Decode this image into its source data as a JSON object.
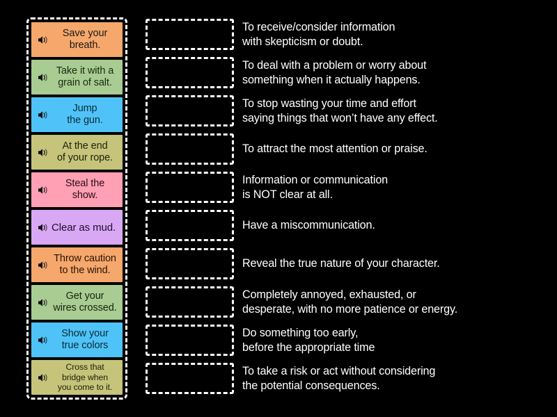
{
  "activity": {
    "type": "match-up",
    "background_color": "#000000",
    "panel_border_color": "#ffffff"
  },
  "cards_panel": {
    "name": "draggable-idiom-cards",
    "audio_icon": "speaker-icon",
    "cards": [
      {
        "id": "card-1",
        "text": "Save your\nbreath.",
        "color": "#F5A76C",
        "text_color": "#1a1a1a",
        "lines": 2,
        "size": "normal"
      },
      {
        "id": "card-2",
        "text": "Take it with a\ngrain of salt.",
        "color": "#A8CC92",
        "text_color": "#1a2a14",
        "lines": 2,
        "size": "normal"
      },
      {
        "id": "card-3",
        "text": "Jump\nthe gun.",
        "color": "#4FC3F7",
        "text_color": "#0c2a3a",
        "lines": 2,
        "size": "normal"
      },
      {
        "id": "card-4",
        "text": "At the end\nof your rope.",
        "color": "#C5C47A",
        "text_color": "#22220c",
        "lines": 2,
        "size": "normal"
      },
      {
        "id": "card-5",
        "text": "Steal the\nshow.",
        "color": "#FFA0B4",
        "text_color": "#2a0c16",
        "lines": 2,
        "size": "normal"
      },
      {
        "id": "card-6",
        "text": "Clear as mud.",
        "color": "#D9A8F5",
        "text_color": "#1e0c2a",
        "lines": 1,
        "size": "one"
      },
      {
        "id": "card-7",
        "text": "Throw caution\nto the wind.",
        "color": "#F5A76C",
        "text_color": "#2a1404",
        "lines": 2,
        "size": "normal"
      },
      {
        "id": "card-8",
        "text": "Get your\nwires crossed.",
        "color": "#A8CC92",
        "text_color": "#14240c",
        "lines": 2,
        "size": "normal"
      },
      {
        "id": "card-9",
        "text": "Show your\ntrue colors",
        "color": "#4FC3F7",
        "text_color": "#0c2a3a",
        "lines": 2,
        "size": "normal"
      },
      {
        "id": "card-10",
        "text": "Cross that\nbridge when\nyou come to it.",
        "color": "#C5C47A",
        "text_color": "#22220c",
        "lines": 3,
        "size": "sm"
      }
    ]
  },
  "rows": [
    {
      "id": "row-1",
      "dropzone_label": "",
      "definition": "To receive/consider information\nwith skepticism or doubt."
    },
    {
      "id": "row-2",
      "dropzone_label": "",
      "definition": "To deal with a problem or worry about\nsomething when it actually happens."
    },
    {
      "id": "row-3",
      "dropzone_label": "",
      "definition": "To stop wasting your time and effort\nsaying things that won’t have any effect."
    },
    {
      "id": "row-4",
      "dropzone_label": "",
      "definition": "To attract the most attention or praise."
    },
    {
      "id": "row-5",
      "dropzone_label": "",
      "definition": "Information or communication\nis NOT clear at all."
    },
    {
      "id": "row-6",
      "dropzone_label": "",
      "definition": "Have a miscommunication."
    },
    {
      "id": "row-7",
      "dropzone_label": "",
      "definition": "Reveal the true nature of your character."
    },
    {
      "id": "row-8",
      "dropzone_label": "",
      "definition": "Completely annoyed, exhausted, or\ndesperate, with no more patience or energy."
    },
    {
      "id": "row-9",
      "dropzone_label": "",
      "definition": "Do something too early,\nbefore the appropriate time"
    },
    {
      "id": "row-10",
      "dropzone_label": "",
      "definition": "To take a risk or act without considering\nthe potential consequences."
    }
  ]
}
